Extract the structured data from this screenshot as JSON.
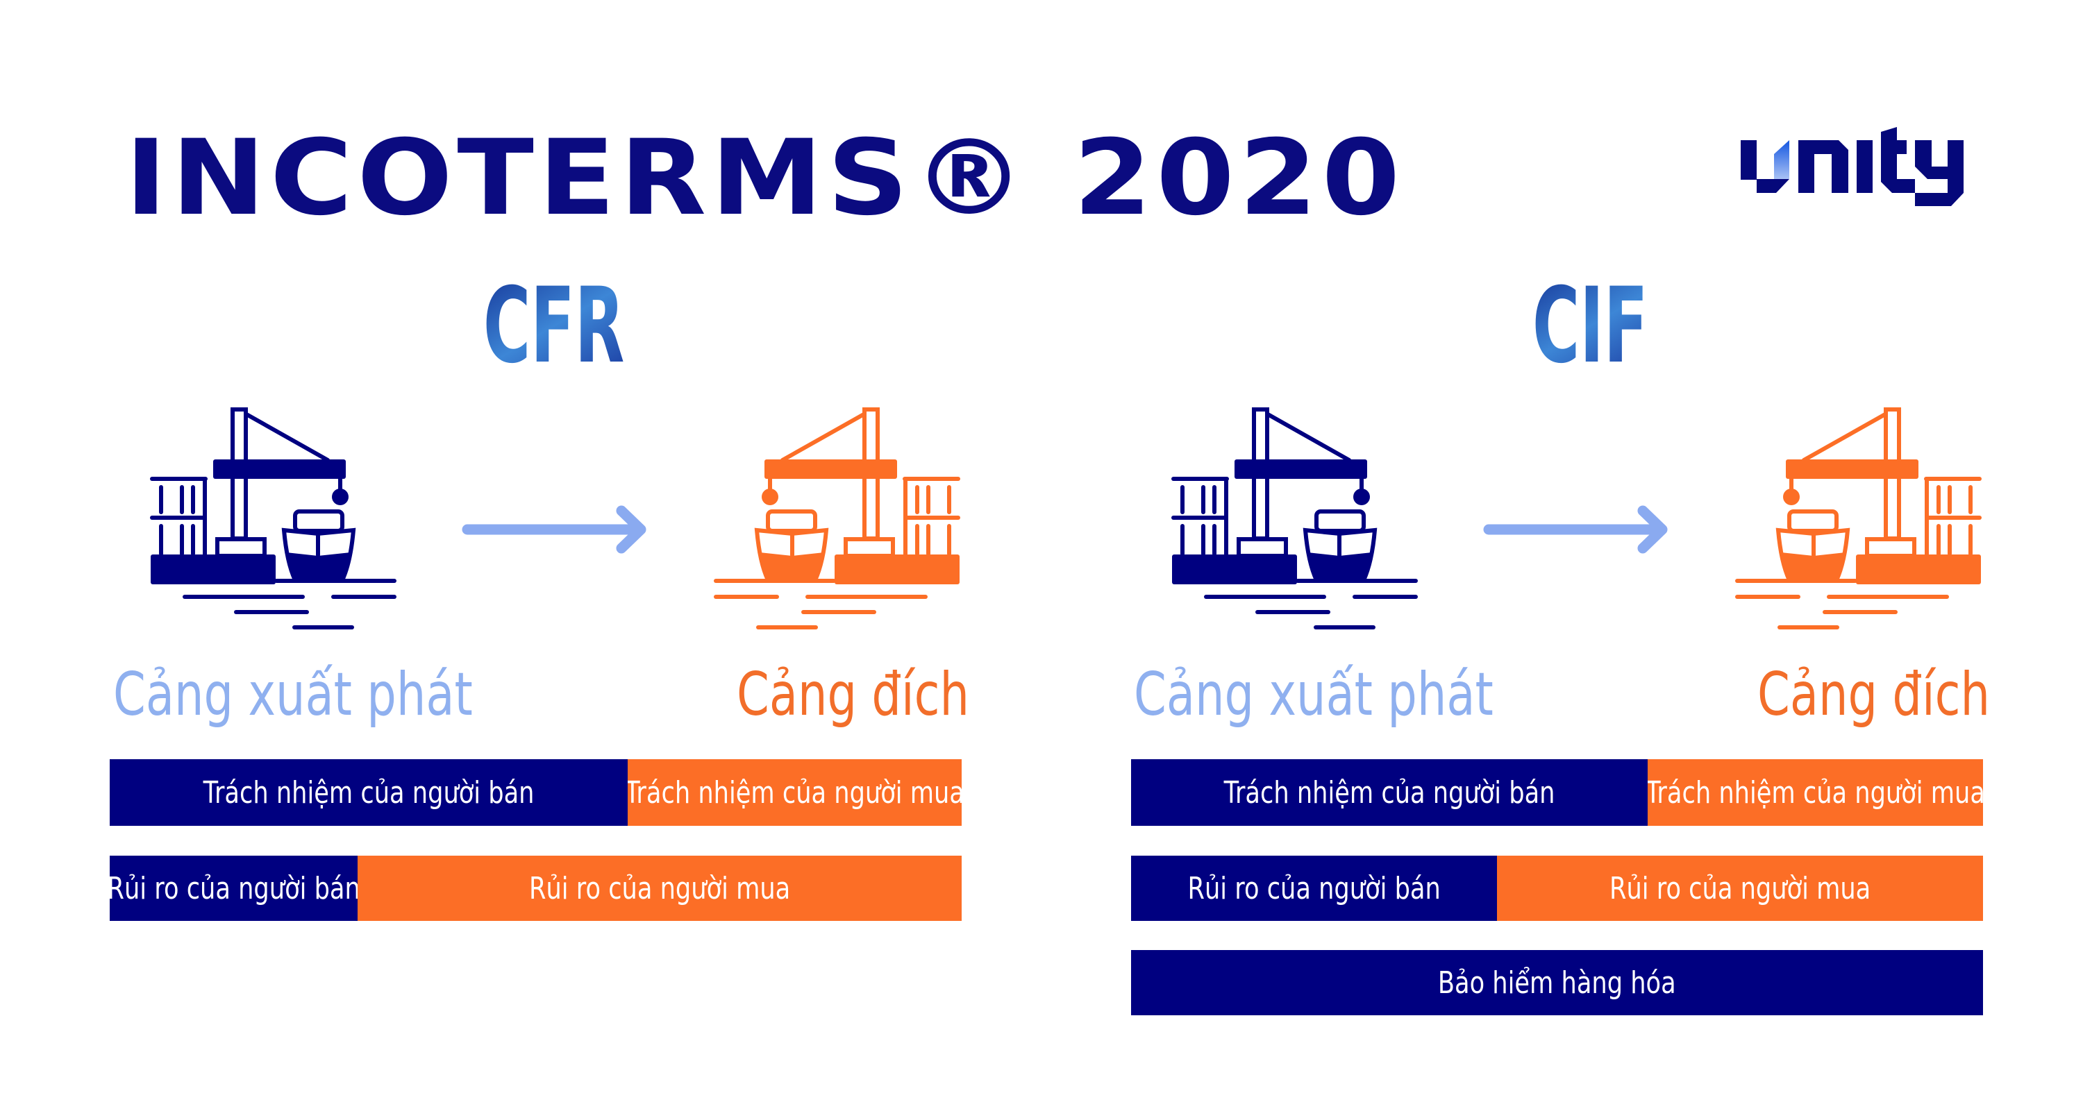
{
  "title": "INCOTERMS® 2020",
  "logo": "unity",
  "colors": {
    "navy": "#000080",
    "orange": "#fc6e26",
    "light_blue": "#8fb0ef",
    "title": "#0b0b80"
  },
  "panels": [
    {
      "term": "CFR",
      "origin_label": "Cảng xuất phát",
      "destination_label": "Cảng đích",
      "rows": [
        {
          "seller": "Trách nhiệm của người bán",
          "buyer": "Trách nhiệm của người mua"
        },
        {
          "seller": "Rủi ro của người bán",
          "buyer": "Rủi ro của người mua"
        }
      ]
    },
    {
      "term": "CIF",
      "origin_label": "Cảng xuất phát",
      "destination_label": "Cảng đích",
      "rows": [
        {
          "seller": "Trách nhiệm của người bán",
          "buyer": "Trách nhiệm của người mua"
        },
        {
          "seller": "Rủi ro của người bán",
          "buyer": "Rủi ro của người mua"
        }
      ],
      "insurance": "Bảo hiểm hàng hóa"
    }
  ]
}
